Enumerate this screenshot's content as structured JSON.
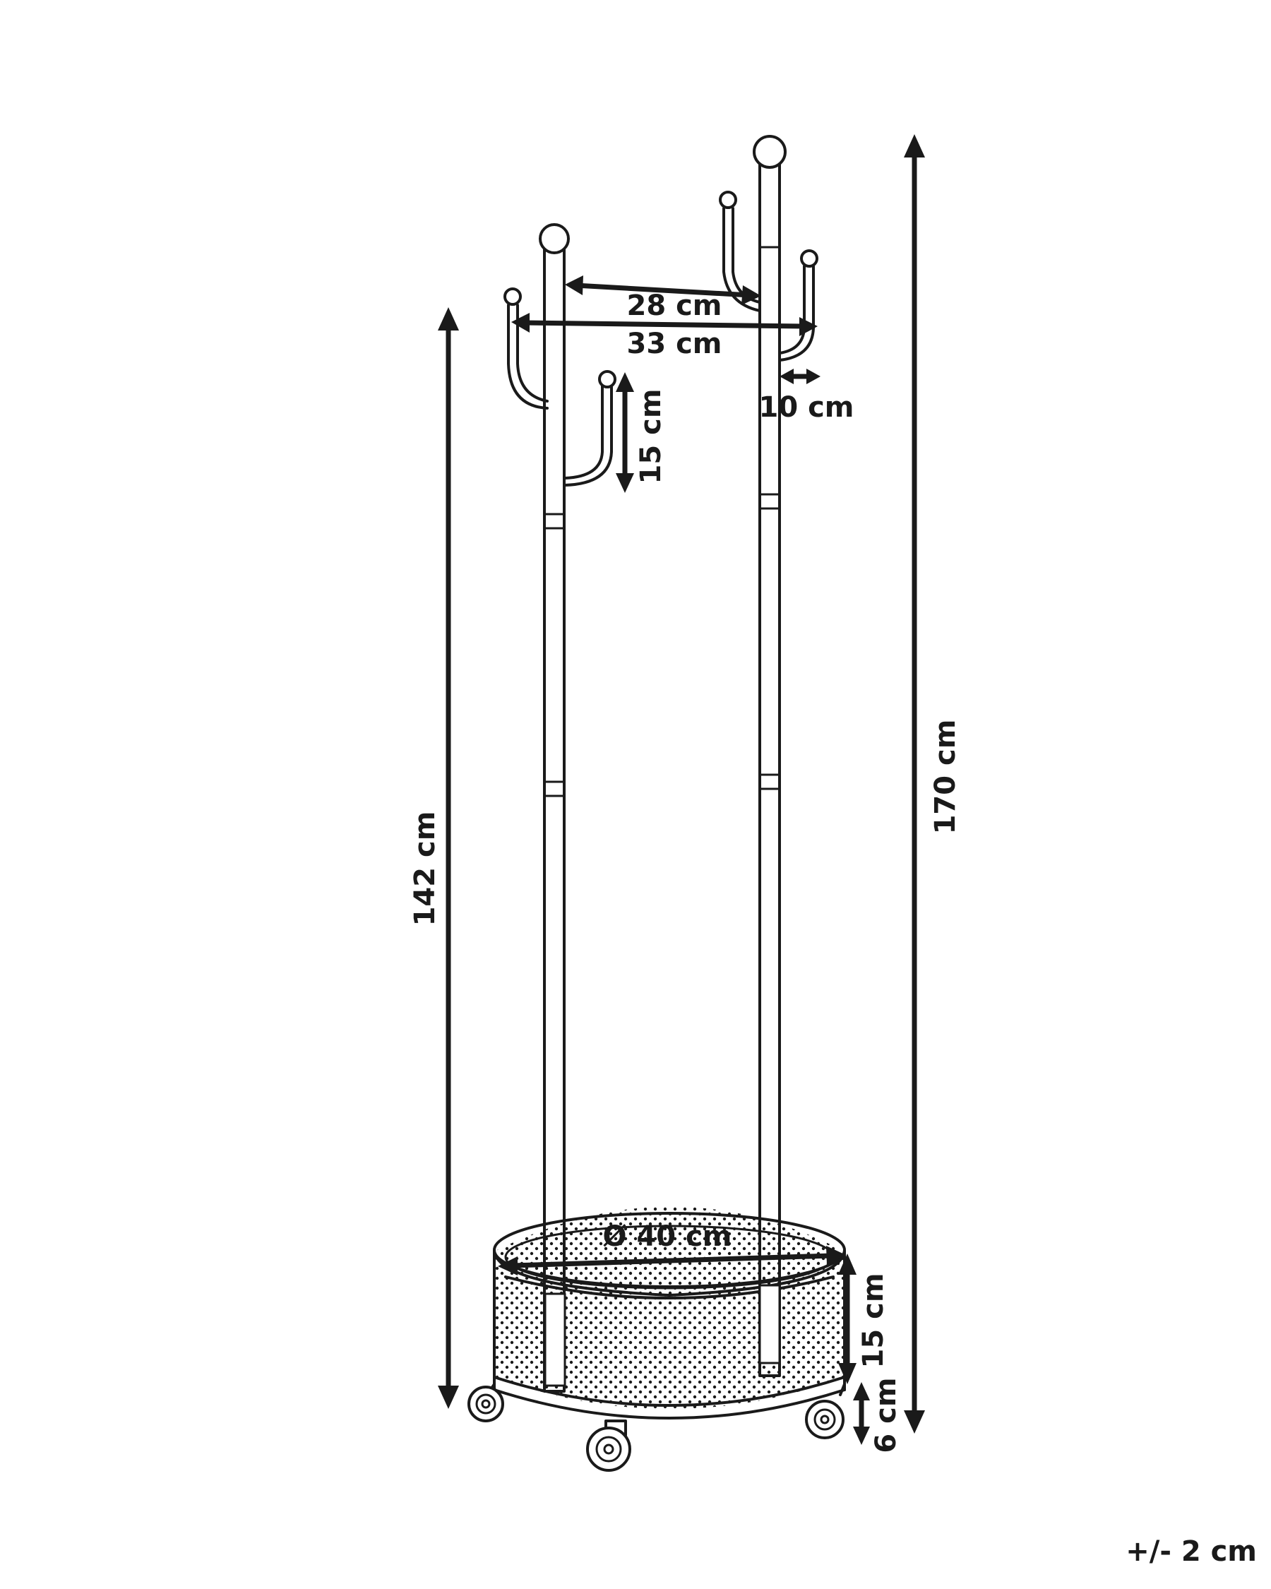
{
  "diagram": {
    "subject": "coat-rack-with-basket",
    "labels": {
      "width_top": "28 cm",
      "width_hooks": "33 cm",
      "hook_depth": "10 cm",
      "hook_height": "15 cm",
      "height_rack": "142 cm",
      "height_total": "170 cm",
      "basket_diameter": "Ø 40 cm",
      "basket_height": "15 cm",
      "wheel_height": "6 cm",
      "tolerance": "+/- 2 cm"
    },
    "colors": {
      "ink": "#1a1a1a",
      "background": "#ffffff"
    }
  }
}
